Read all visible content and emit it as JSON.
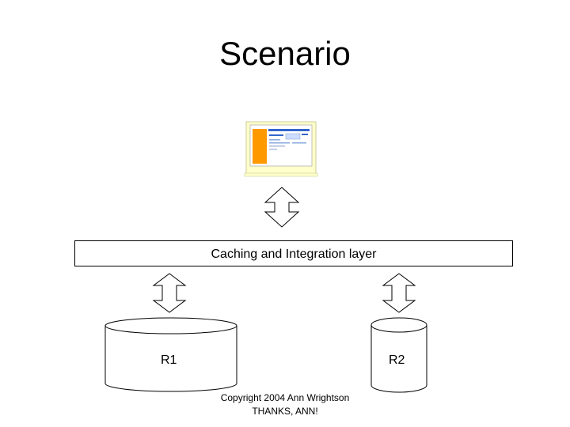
{
  "title": "Scenario",
  "diagram": {
    "layer_label": "Caching and Integration layer",
    "repositories": [
      {
        "label": "R1"
      },
      {
        "label": "R2"
      }
    ],
    "client_icon": "computer-monitor-icon",
    "connector_icon": "double-arrow-icon"
  },
  "footer": {
    "copyright": "Copyright 2004 Ann Wrightson",
    "thanks": "THANKS, ANN!"
  },
  "colors": {
    "monitor_frame": "#ffffcc",
    "screen_bg": "#ffffff",
    "screen_sidebar": "#ff9900",
    "screen_accent": "#3366cc"
  }
}
